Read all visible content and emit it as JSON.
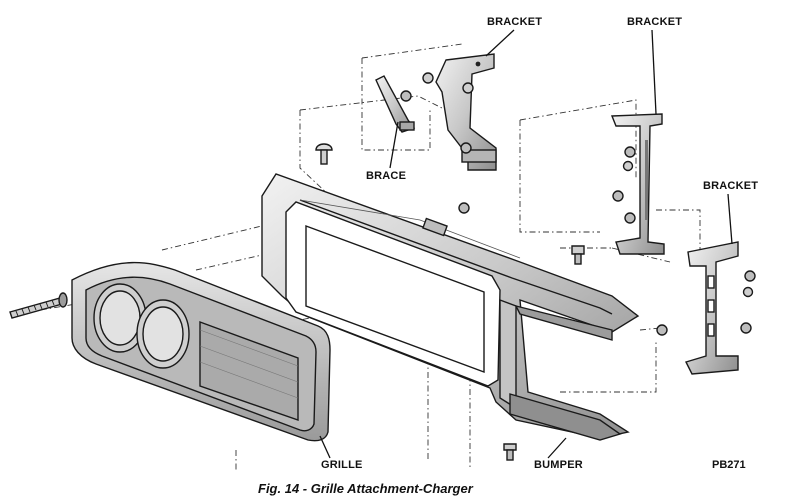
{
  "labels": {
    "bracket_top": "BRACKET",
    "bracket_upper_right": "BRACKET",
    "bracket_right": "BRACKET",
    "brace": "BRACE",
    "grille": "GRILLE",
    "bumper": "BUMPER"
  },
  "figure_code": "PB271",
  "caption": "Fig. 14 - Grille Attachment-Charger",
  "colors": {
    "ink": "#1a1a1a",
    "part_fill": "#d9d9d9",
    "part_shade": "#a8a8a8"
  }
}
